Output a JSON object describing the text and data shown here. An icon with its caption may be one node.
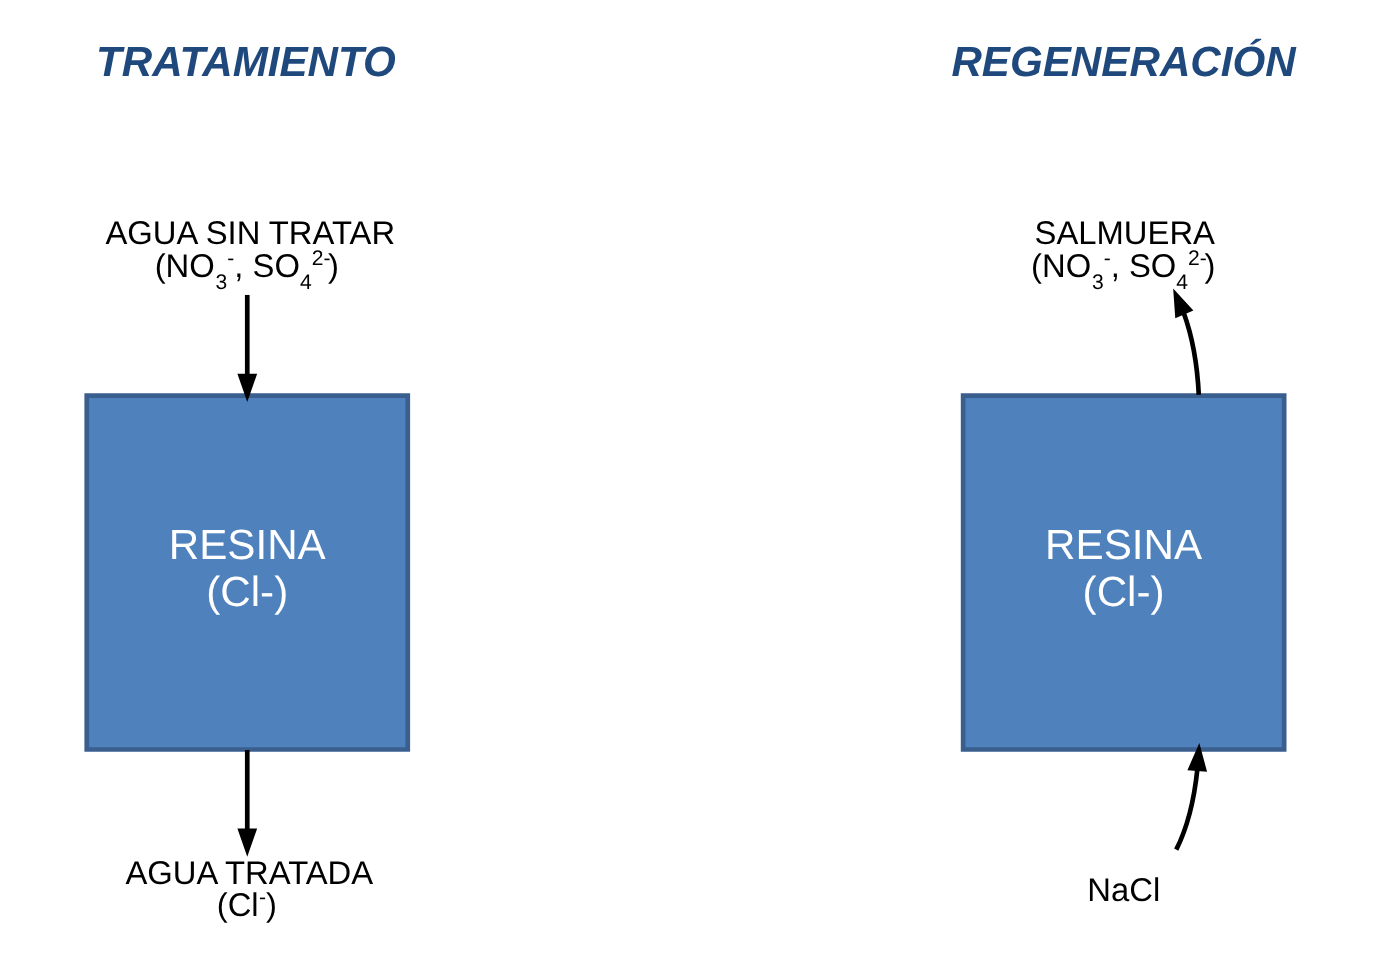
{
  "diagram": {
    "nodes": [
      {
        "text": [
          "AGUA SIN TRATAR",
          "(NO$_{3}$$^{-}$, SO$_{4}$$^{2-}$)"
        ]
      },
      {
        "text": [
          "RESINA",
          "(Cl-)"
        ]
      },
      {
        "text": [
          "AGUA TRATADA",
          "(Cl$^{-}$)"
        ]
      },
      {
        "text": [
          "SALMUERA",
          "(NO$_{3}$$^{-}$, SO$_{4}$$^{2-}$)"
        ]
      },
      {
        "text": [
          "RESINA",
          "(Cl-)"
        ]
      },
      {
        "text": [
          "NaCl"
        ]
      }
    ],
    "edges": [
      {
        "from": 0,
        "to": 1,
        "arrow": "to"
      },
      {
        "from": 1,
        "to": 2,
        "arrow": "to"
      },
      {
        "from": 4,
        "to": 3,
        "arrow": "to"
      },
      {
        "from": 5,
        "to": 4,
        "arrow": "to"
      }
    ],
    "labels": [
      "TRATAMIENTO",
      "REGENERACIÓN"
    ]
  }
}
